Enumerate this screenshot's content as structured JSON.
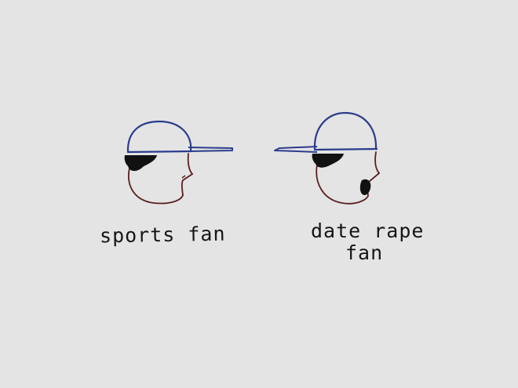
{
  "figures": [
    {
      "caption_lines": [
        "sports fan"
      ],
      "cap_direction": "brim-forward"
    },
    {
      "caption_lines": [
        "date rape",
        "fan"
      ],
      "cap_direction": "brim-backward"
    }
  ],
  "colors": {
    "background": "#e4e4e4",
    "cap": "#2b3c8c",
    "face": "#5a1e1e",
    "hair": "#111111",
    "text": "#151515"
  }
}
